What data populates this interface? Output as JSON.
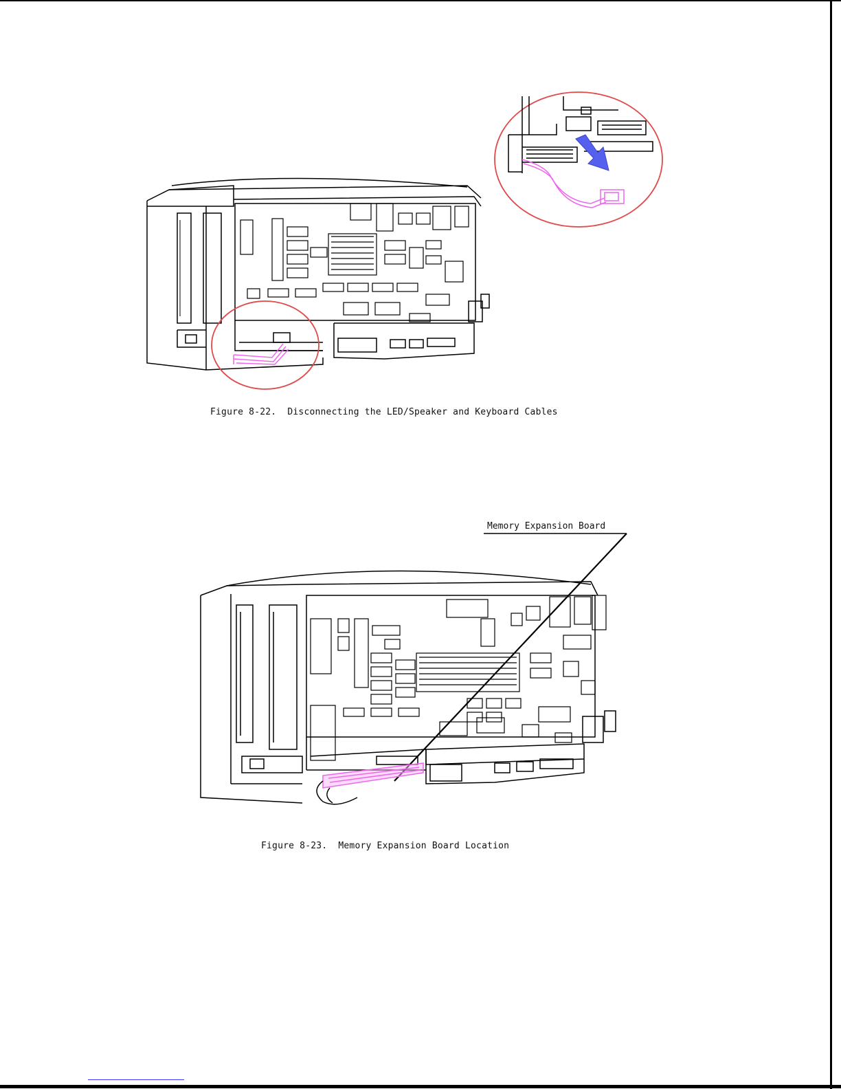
{
  "figures": [
    {
      "id": "8-22",
      "caption": "Figure 8-22.  Disconnecting the LED/Speaker and Keyboard Cables"
    },
    {
      "id": "8-23",
      "caption": "Figure 8-23.  Memory Expansion Board Location",
      "callout": "Memory Expansion Board"
    }
  ],
  "colors": {
    "line": "#000000",
    "callout_circle": "#e04a4a",
    "cable": "#ee66ee",
    "arrow": "#5560ee"
  }
}
